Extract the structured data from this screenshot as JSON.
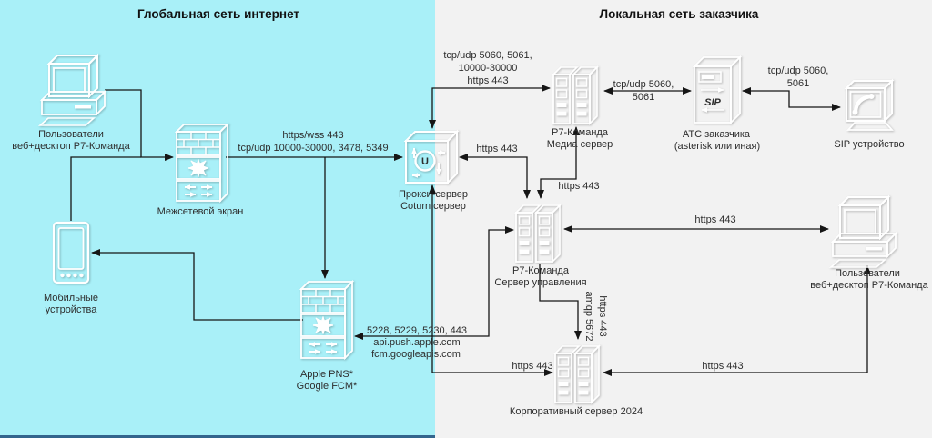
{
  "colors": {
    "zone_internet_bg": "#a9f0f8",
    "zone_local_bg": "#f2f2f2",
    "icon_blue": "#0f6b9e",
    "icon_blue_dark": "#0c5d8c",
    "connector_line": "#161616",
    "bottom_strip": "#33658d"
  },
  "zones": {
    "internet": {
      "title": "Глобальная сеть интернет"
    },
    "local": {
      "title": "Локальная сеть заказчика"
    }
  },
  "nodes": {
    "users_left": {
      "line1": "Пользователи",
      "line2": "веб+десктоп Р7-Команда"
    },
    "firewall": {
      "label": "Межсетевой экран"
    },
    "mobile": {
      "line1": "Мобильные",
      "line2": "устройства"
    },
    "push": {
      "line1": "Apple PNS*",
      "line2": "Google FCM*"
    },
    "proxy": {
      "line1": "Прокси-сервер",
      "line2": "Coturn сервер",
      "glyph": "U"
    },
    "media": {
      "line1": "Р7-Команда",
      "line2": "Медиа сервер"
    },
    "atc": {
      "line1": "АТС заказчика",
      "line2": "(asterisk или иная)",
      "glyph": "SIP"
    },
    "sip": {
      "label": "SIP устройство"
    },
    "mgmt": {
      "line1": "Р7-Команда",
      "line2": "Сервер управления"
    },
    "users_right": {
      "line1": "Пользователи",
      "line2": "веб+десктоп Р7-Команда"
    },
    "corp": {
      "label": "Корпоративный сервер 2024"
    }
  },
  "edges": {
    "fw_proxy": {
      "line1": "https/wss 443",
      "line2": "tcp/udp 10000-30000, 3478, 5349"
    },
    "proxy_media": {
      "line1": "tcp/udp 5060, 5061,",
      "line2": "10000-30000",
      "line3": "https 443"
    },
    "media_atc": {
      "line1": "tcp/udp 5060,",
      "line2": "5061"
    },
    "atc_sip": {
      "line1": "tcp/udp 5060,",
      "line2": "5061"
    },
    "proxy_mgmt": {
      "label": "https 443"
    },
    "media_mgmt": {
      "label": "https 443"
    },
    "mgmt_users": {
      "label": "https 443"
    },
    "mgmt_corp_https": {
      "label": "https 443"
    },
    "mgmt_corp_amqp": {
      "label": "amqp 5672"
    },
    "push_mgmt": {
      "line1": "5228, 5229, 5230, 443",
      "line2": "api.push.apple.com",
      "line3": "fcm.googleapis.com"
    },
    "proxy_corp": {
      "label": "https 443"
    },
    "corp_users": {
      "label": "https 443"
    }
  }
}
